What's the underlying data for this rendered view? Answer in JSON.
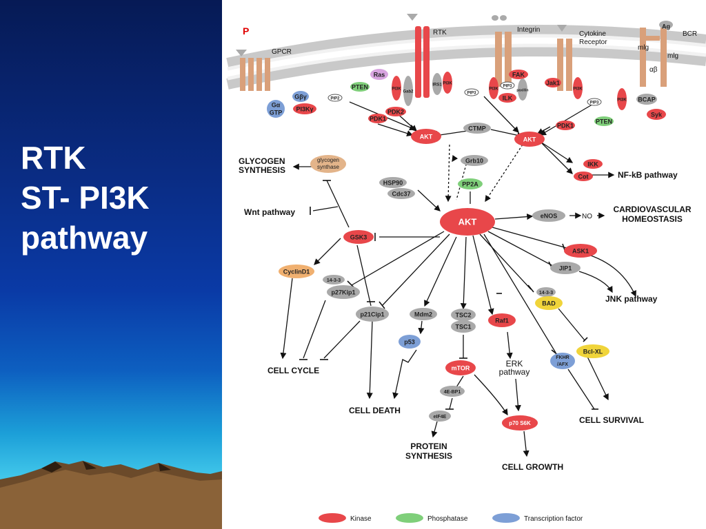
{
  "slide": {
    "title_lines": [
      "RTK",
      "ST- PI3K",
      "pathway"
    ]
  },
  "colors": {
    "kinase": "#e8474a",
    "phosphatase": "#7fcf7a",
    "transcription": "#7d9fd6",
    "other": "#a9a9a9",
    "yellow": "#f0d43a",
    "tan": "#e3b48a",
    "background_top": "#061a55",
    "background_bottom": "#5cd4ef"
  },
  "diagram": {
    "p_label": "P",
    "receptors": {
      "gpcr": "GPCR",
      "rtk": "RTK",
      "integrin": "Integrin",
      "cytokine1": "Cytokine",
      "cytokine2": "Receptor",
      "bcr": "BCR",
      "ag": "Ag",
      "mlg1": "mlg",
      "mlg2": "mlg",
      "ab": "αβ"
    },
    "nodes": {
      "ras": "Ras",
      "pten1": "PTEN",
      "gbg": "Gβγ",
      "ga1": "Gα",
      "ga2": "GTP",
      "pi3kg": "PI3Kγ",
      "pip2a": "PIP2",
      "pi3k_rtk": "PI3K",
      "gab2": "Gab2",
      "irs1": "IRS1",
      "pi3k_rtk2": "PI3K",
      "pip3a": "PIP3",
      "pdk2": "PDK2",
      "pdk1a": "PDK1",
      "akt1": "AKT",
      "ctmp": "CTMP",
      "akt2": "AKT",
      "fak": "FAK",
      "pi3k_int": "PI3K",
      "pip3b": "PIP3",
      "ilk": "ILK",
      "paxillin": "paxillin",
      "jak1": "Jak1",
      "pi3k_cyt": "PI3K",
      "pip3c": "PIP3",
      "pi3k_bcr": "PI3K",
      "bcap": "BCAP",
      "syk": "Syk",
      "pdk1b": "PDK1",
      "pten2": "PTEN",
      "ikk": "IKK",
      "cot": "Cot",
      "gs1": "glycogen",
      "gs2": "synthase",
      "grb10": "Grb10",
      "hsp90": "HSP90",
      "cdc37": "Cdc37",
      "pp2a": "PP2A",
      "akt_main": "AKT",
      "enos": "eNOS",
      "gsk3": "GSK3",
      "ask1": "ASK1",
      "jip1": "JIP1",
      "cyclind1": "CyclinD1",
      "p1433a": "14-3-3",
      "p27": "p27Kip1",
      "p21": "p21Cip1",
      "mdm2": "Mdm2",
      "tsc2": "TSC2",
      "tsc1": "TSC1",
      "raf1": "Raf1",
      "p1433b": "14-3-3",
      "bad": "BAD",
      "p53": "p53",
      "mtor": "mTOR",
      "fkhr1": "FKHR",
      "fkhr2": "/AFX",
      "bclxl": "Bcl-XL",
      "ebp1": "4E-BP1",
      "eif4e": "eIF4E",
      "p70s6k": "p70 S6K"
    },
    "labels": {
      "glycogen1": "GLYCOGEN",
      "glycogen2": "SYNTHESIS",
      "wnt": "Wnt pathway",
      "nfkb": "NF-kB pathway",
      "no": "NO",
      "cardio1": "CARDIOVASCULAR",
      "cardio2": "HOMEOSTASIS",
      "jnk": "JNK pathway",
      "cellcycle": "CELL CYCLE",
      "celldeath": "CELL DEATH",
      "erk1": "ERK",
      "erk2": "pathway",
      "cellsurvival": "CELL SURVIVAL",
      "protein1": "PROTEIN",
      "protein2": "SYNTHESIS",
      "cellgrowth": "CELL GROWTH"
    },
    "legend": {
      "kinase": "Kinase",
      "phosphatase": "Phosphatase",
      "transcription": "Transcription factor"
    }
  }
}
